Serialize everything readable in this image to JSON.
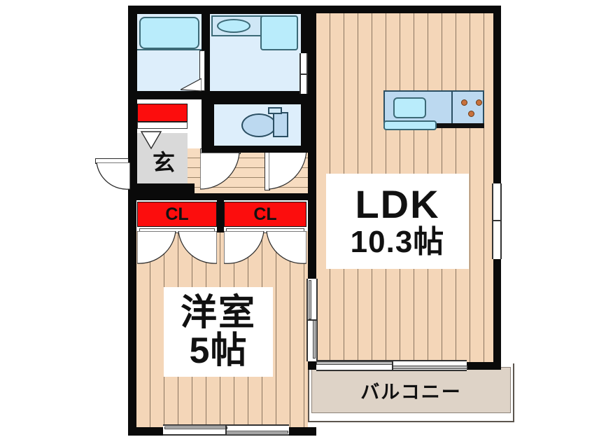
{
  "document": {
    "type": "floor-plan",
    "layout_name": "1LDK",
    "background_color": "#ffffff"
  },
  "rooms": [
    {
      "id": "ldk",
      "name_line1": "LDK",
      "name_line2": "10.3帖",
      "size_jo": 10.3,
      "floor": "wood",
      "floor_color": "#f4d6b8"
    },
    {
      "id": "western-room",
      "name_line1": "洋室",
      "name_line2": "5帖",
      "size_jo": 5,
      "floor": "wood",
      "floor_color": "#f4d6b8"
    },
    {
      "id": "balcony",
      "name_line1": "バルコニー",
      "floor": "concrete",
      "floor_color": "#ded3c7"
    },
    {
      "id": "entrance",
      "name_line1": "玄",
      "floor": "tile",
      "floor_color": "#d9d9d9"
    }
  ],
  "closets": [
    {
      "id": "closet-left",
      "label": "CL",
      "color": "#fc0d0d"
    },
    {
      "id": "closet-right",
      "label": "CL",
      "color": "#fc0d0d"
    }
  ],
  "shoe_cabinet": {
    "id": "shoe-box",
    "label": "",
    "color": "#fc0d0d"
  },
  "fixtures": [
    {
      "id": "bathtub",
      "room": "bathroom",
      "shape": "rounded-rect",
      "color": "#b9ecfb"
    },
    {
      "id": "bathroom-floor",
      "room": "bathroom",
      "shape": "rect",
      "color": "#ddeefb"
    },
    {
      "id": "vanity-sink",
      "room": "washroom",
      "shape": "oval",
      "color": "#b9ecfb"
    },
    {
      "id": "washer-pan",
      "room": "washroom",
      "shape": "square",
      "color": "#b9ecfb"
    },
    {
      "id": "toilet-bowl",
      "room": "toilet",
      "shape": "oval",
      "color": "#bcd9f0"
    },
    {
      "id": "toilet-tank",
      "room": "toilet",
      "shape": "rect",
      "color": "#bcd9f0"
    },
    {
      "id": "kitchen-sink",
      "room": "ldk",
      "shape": "rounded-rect",
      "color": "#b9ecfb"
    },
    {
      "id": "stove-top",
      "room": "ldk",
      "shape": "rect",
      "color": "#bcd9f0",
      "burners": 3
    },
    {
      "id": "range-hood",
      "room": "ldk",
      "shape": "rect",
      "color": "#b9ecfb"
    }
  ],
  "colors": {
    "wall": "#0a0a0a",
    "wood_floor": "#f4d6b8",
    "wood_line": "#8a7560",
    "wet_floor": "#ddeefb",
    "fixture_blue": "#b9ecfb",
    "fixture_outline": "#3c6a77",
    "closet_red": "#fc0d0d",
    "balcony": "#ded3c7",
    "entrance_tile": "#d9d9d9",
    "text": "#111111"
  }
}
